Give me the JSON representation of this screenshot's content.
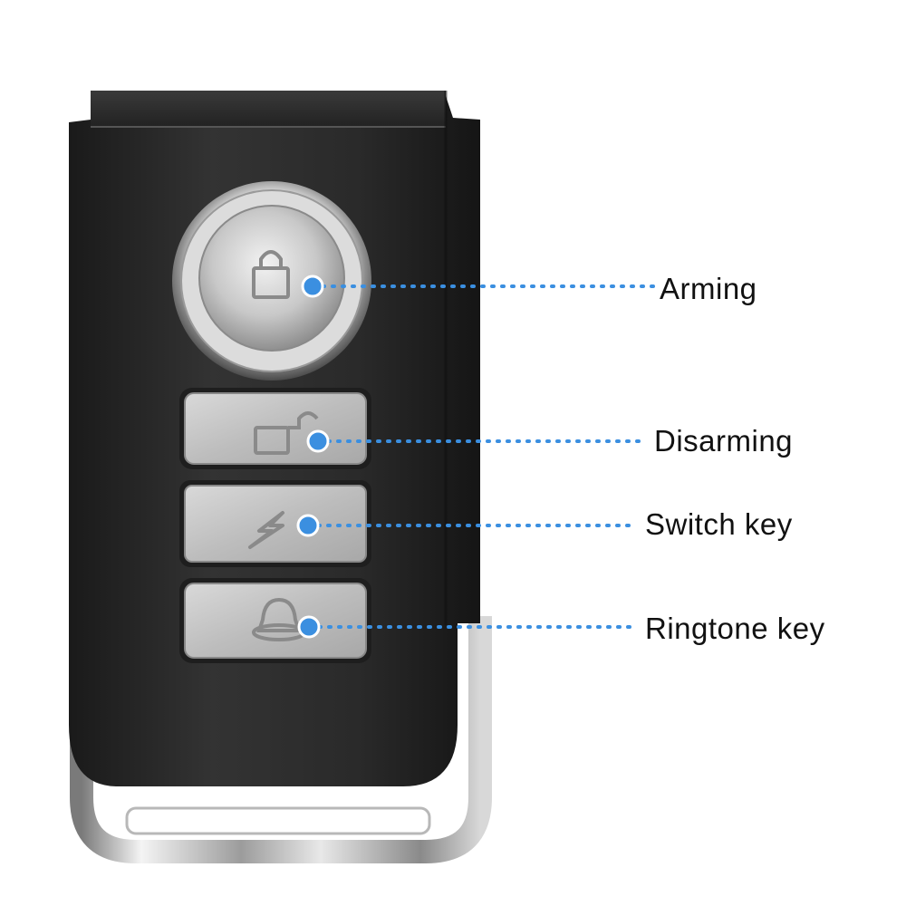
{
  "callouts": {
    "arming": "Arming",
    "disarming": "Disarming",
    "switch_key": "Switch key",
    "ringtone_key": "Ringtone key"
  },
  "colors": {
    "marker": "#3b8fe0",
    "body": "#262626",
    "metal": "#c4c4c4",
    "background": "#ffffff"
  },
  "icons": [
    "lock-icon",
    "unlock-icon",
    "lightning-icon",
    "bell-icon"
  ]
}
